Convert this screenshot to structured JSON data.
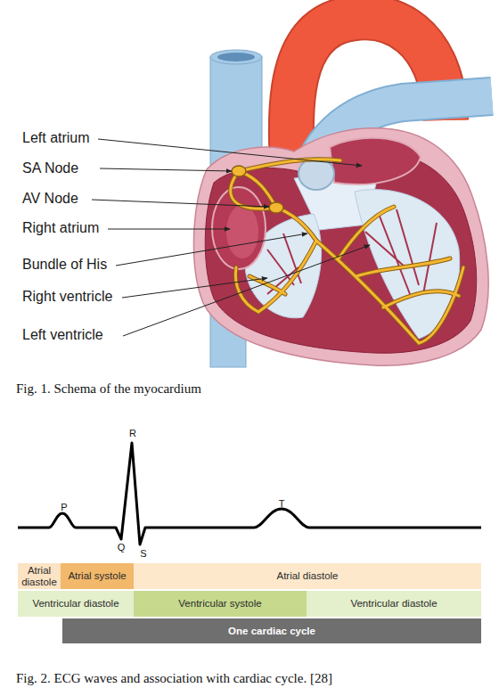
{
  "diagram": {
    "nodes": [
      {
        "text": [
          "Atrial diastole"
        ]
      },
      {
        "text": [
          "Atrial systole"
        ]
      },
      {
        "text": [
          "Atrial diastole"
        ]
      },
      {
        "text": [
          "Ventricular diastole"
        ]
      },
      {
        "text": [
          "Ventricular systole"
        ]
      },
      {
        "text": [
          "Ventricular diastole"
        ]
      },
      {
        "text": [
          "One cardiac cycle"
        ]
      }
    ],
    "labels": [
      "Left atrium",
      "SA Node",
      "AV Node",
      "Right atrium",
      "Bundle of His",
      "Right ventricle",
      "Left ventricle",
      "Fig. 1. Schema of the myocardium",
      "P",
      "Q",
      "R",
      "S",
      "T",
      "Fig. 2. ECG waves and association with cardiac cycle. [28]"
    ]
  }
}
